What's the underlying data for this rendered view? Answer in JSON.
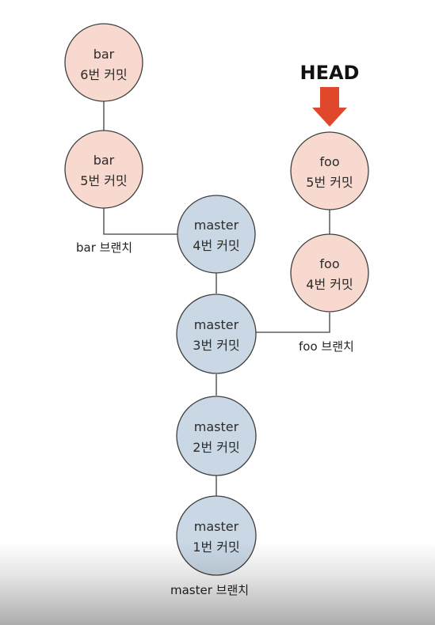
{
  "colors": {
    "bar_fill": "#f8d9cf",
    "foo_fill": "#f8d9cf",
    "master_fill": "#cad8e6",
    "node_stroke": "#3f3f3f",
    "line": "#3f3f3f",
    "head_arrow": "#e0482c"
  },
  "commits": {
    "bar6": {
      "line1": "bar",
      "line2": "6번 커밋"
    },
    "bar5": {
      "line1": "bar",
      "line2": "5번 커밋"
    },
    "foo5": {
      "line1": "foo",
      "line2": "5번 커밋"
    },
    "foo4": {
      "line1": "foo",
      "line2": "4번 커밋"
    },
    "master4": {
      "line1": "master",
      "line2": "4번 커밋"
    },
    "master3": {
      "line1": "master",
      "line2": "3번 커밋"
    },
    "master2": {
      "line1": "master",
      "line2": "2번 커밋"
    },
    "master1": {
      "line1": "master",
      "line2": "1번 커밋"
    }
  },
  "branches": {
    "bar": "bar 브랜치",
    "foo": "foo 브랜치",
    "master": "master 브랜치"
  },
  "head": {
    "label": "HEAD"
  }
}
